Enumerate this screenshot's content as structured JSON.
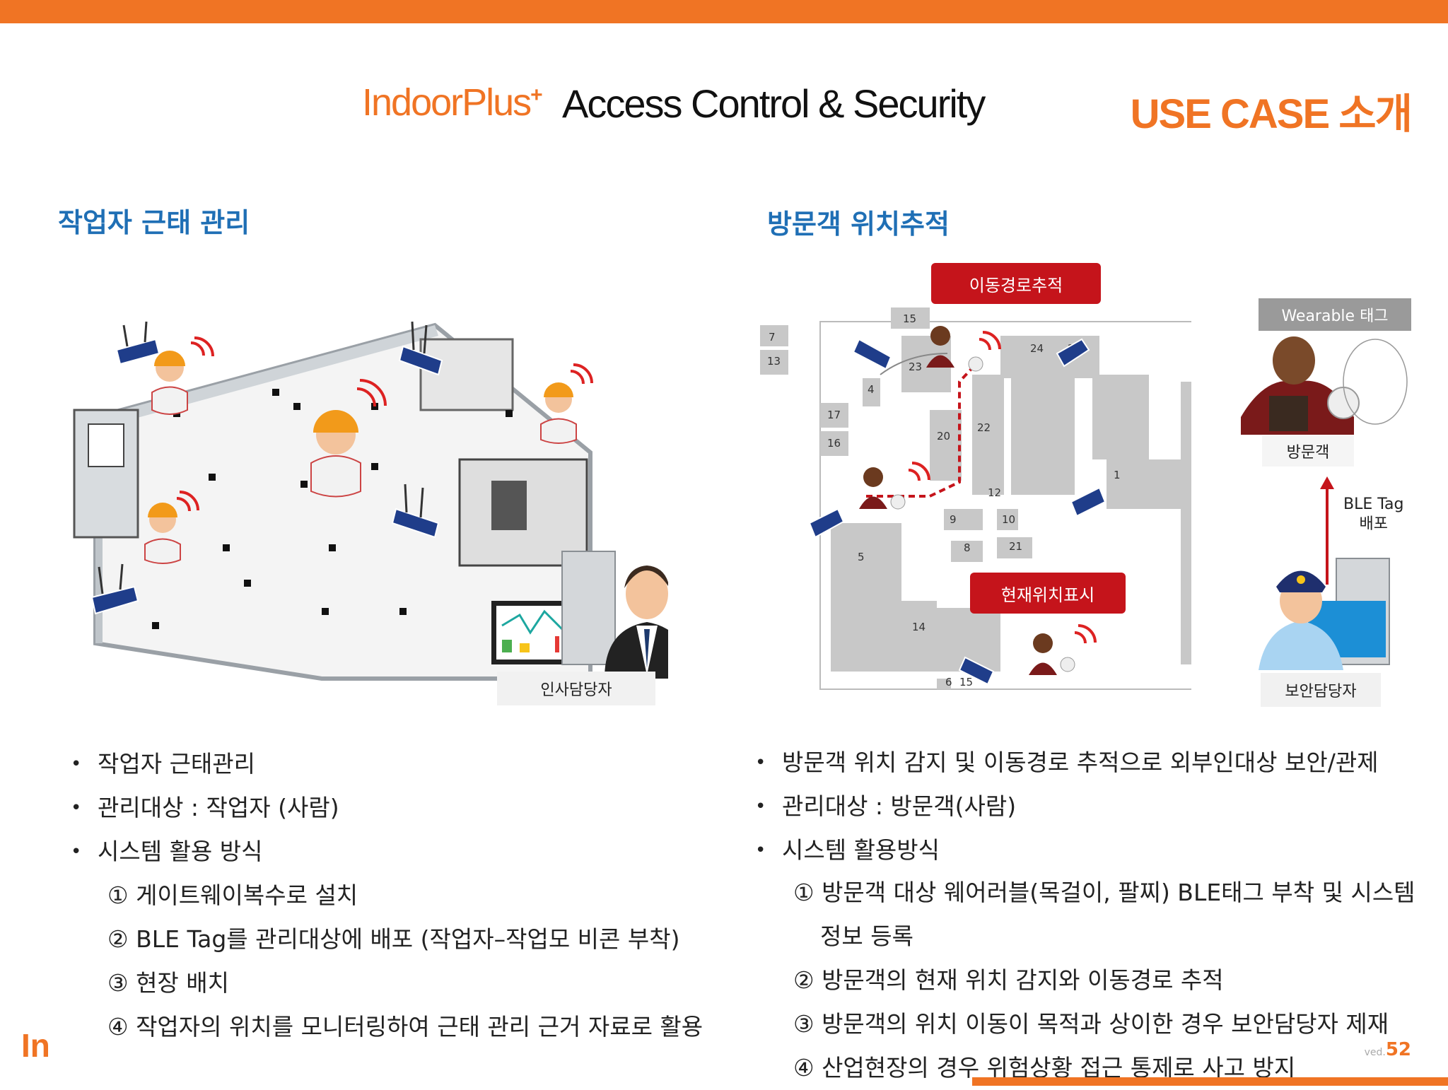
{
  "header": {
    "brand": "IndoorPlus",
    "brand_sup": "+",
    "title": "Access Control & Security",
    "usecase": "USE CASE 소개"
  },
  "left": {
    "section_title": "작업자 근태 관리",
    "hr_label": "인사담당자",
    "bullets": [
      "작업자 근태관리",
      "관리대상 : 작업자 (사람)",
      "시스템 활용 방식"
    ],
    "steps": [
      "① 게이트웨이복수로 설치",
      "② BLE Tag를 관리대상에 배포 (작업자–작업모 비콘 부착)",
      "③ 현장 배치",
      "④ 작업자의 위치를 모니터링하여 근태 관리 근거 자료로 활용"
    ]
  },
  "right": {
    "section_title": "방문객 위치추적",
    "route_label": "이동경로추적",
    "current_label": "현재위치표시",
    "wearable_label": "Wearable 태그",
    "visitor_label": "방문객",
    "ble_label_1": "BLE Tag",
    "ble_label_2": "배포",
    "guard_label": "보안담당자",
    "rooms": [
      "15",
      "7",
      "13",
      "23",
      "24",
      "24",
      "4",
      "17",
      "16",
      "20",
      "22",
      "1",
      "12",
      "9",
      "10",
      "8",
      "21",
      "5",
      "14",
      "6",
      "15"
    ],
    "bullets": [
      "방문객 위치 감지 및 이동경로 추적으로 외부인대상 보안/관제",
      "관리대상 : 방문객(사람)",
      "시스템 활용방식"
    ],
    "steps": [
      "① 방문객 대상 웨어러블(목걸이, 팔찌) BLE태그 부착 및 시스템",
      "정보 등록",
      "② 방문객의 현재 위치 감지와 이동경로 추적",
      "③ 방문객의 위치 이동이 목적과 상이한 경우 보안담당자 제재",
      "④ 산업현장의 경우 위험상황 접근 통제로 사고 방지"
    ]
  },
  "footer": {
    "logo_fragment": "In",
    "page_prefix": "ved.",
    "page_number": "52"
  },
  "colors": {
    "accent": "#f07424",
    "section": "#1f6fb5",
    "alert": "#c5141b"
  }
}
